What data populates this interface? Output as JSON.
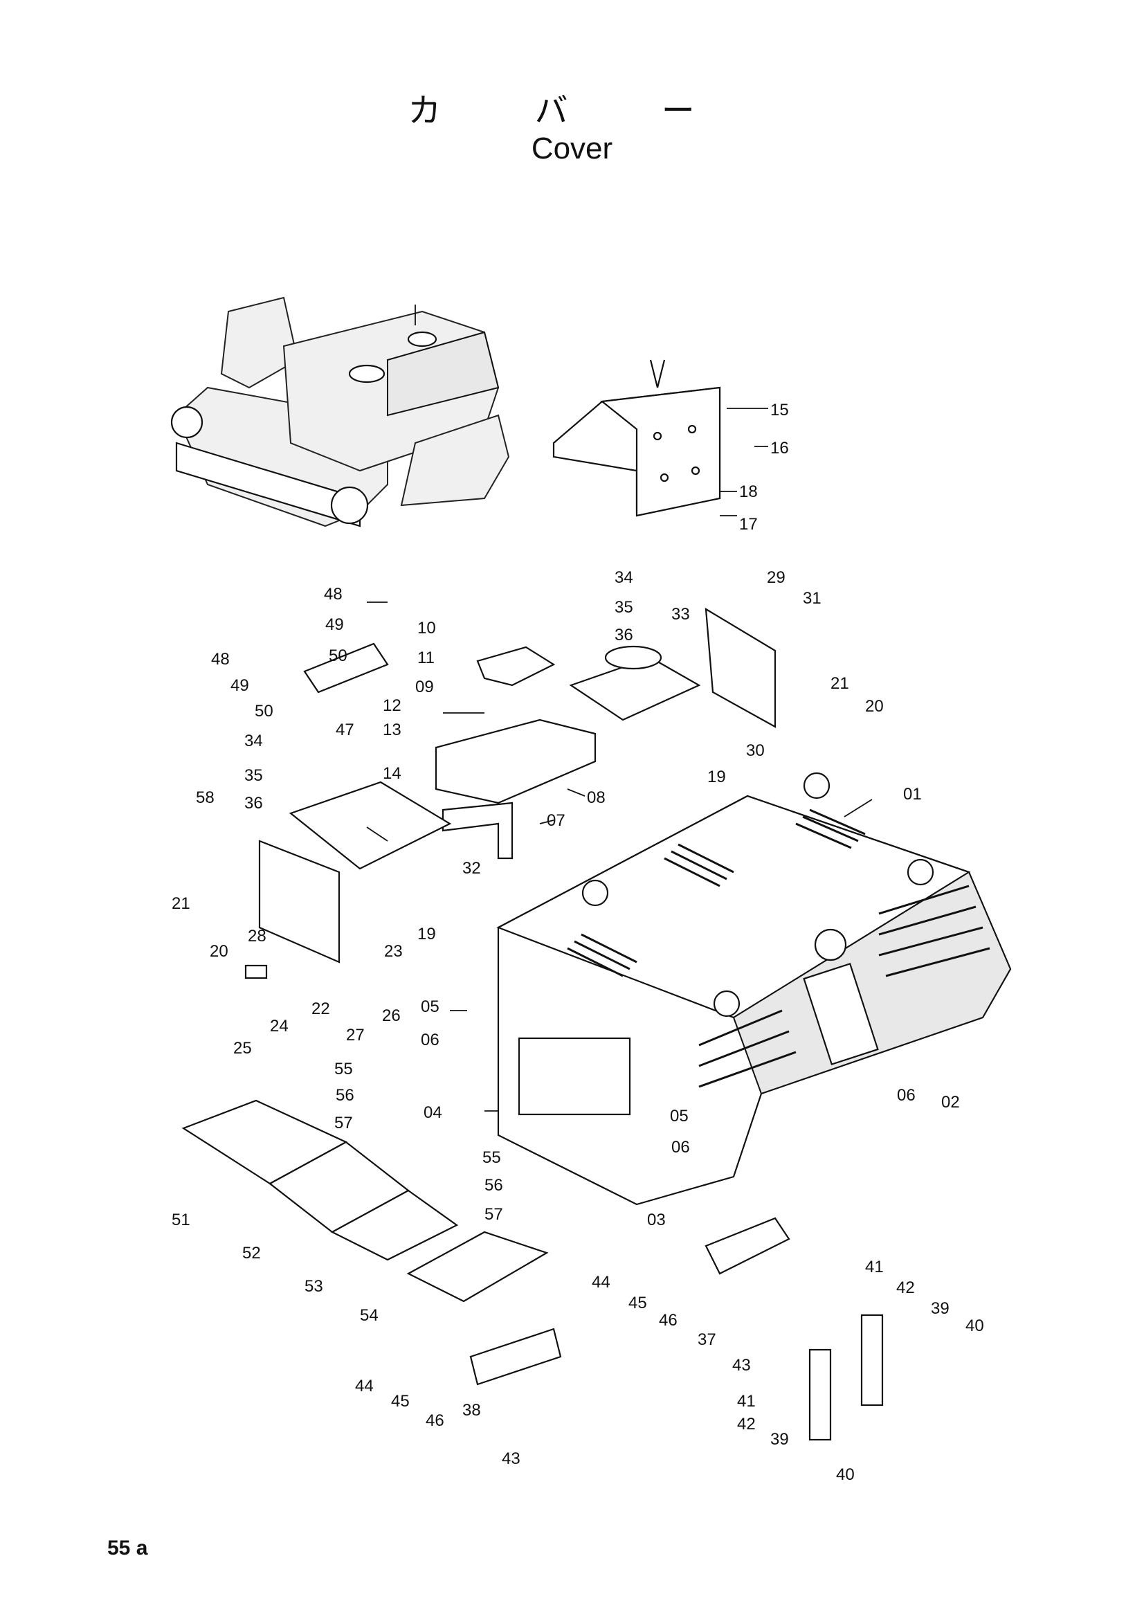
{
  "title_jp": "カ バ ー",
  "title_en": "Cover",
  "page_number": "55 a",
  "callouts": [
    {
      "label": "01"
    },
    {
      "label": "02"
    },
    {
      "label": "03"
    },
    {
      "label": "04"
    },
    {
      "label": "05"
    },
    {
      "label": "05"
    },
    {
      "label": "06"
    },
    {
      "label": "06"
    },
    {
      "label": "06"
    },
    {
      "label": "07"
    },
    {
      "label": "08"
    },
    {
      "label": "09"
    },
    {
      "label": "10"
    },
    {
      "label": "11"
    },
    {
      "label": "12"
    },
    {
      "label": "13"
    },
    {
      "label": "14"
    },
    {
      "label": "15"
    },
    {
      "label": "16"
    },
    {
      "label": "17"
    },
    {
      "label": "18"
    },
    {
      "label": "19"
    },
    {
      "label": "19"
    },
    {
      "label": "20"
    },
    {
      "label": "20"
    },
    {
      "label": "21"
    },
    {
      "label": "21"
    },
    {
      "label": "22"
    },
    {
      "label": "23"
    },
    {
      "label": "24"
    },
    {
      "label": "25"
    },
    {
      "label": "26"
    },
    {
      "label": "27"
    },
    {
      "label": "28"
    },
    {
      "label": "29"
    },
    {
      "label": "30"
    },
    {
      "label": "31"
    },
    {
      "label": "32"
    },
    {
      "label": "33"
    },
    {
      "label": "34"
    },
    {
      "label": "34"
    },
    {
      "label": "35"
    },
    {
      "label": "35"
    },
    {
      "label": "36"
    },
    {
      "label": "36"
    },
    {
      "label": "37"
    },
    {
      "label": "38"
    },
    {
      "label": "39"
    },
    {
      "label": "39"
    },
    {
      "label": "40"
    },
    {
      "label": "40"
    },
    {
      "label": "41"
    },
    {
      "label": "41"
    },
    {
      "label": "42"
    },
    {
      "label": "42"
    },
    {
      "label": "43"
    },
    {
      "label": "43"
    },
    {
      "label": "44"
    },
    {
      "label": "44"
    },
    {
      "label": "45"
    },
    {
      "label": "45"
    },
    {
      "label": "46"
    },
    {
      "label": "46"
    },
    {
      "label": "47"
    },
    {
      "label": "48"
    },
    {
      "label": "48"
    },
    {
      "label": "49"
    },
    {
      "label": "49"
    },
    {
      "label": "50"
    },
    {
      "label": "50"
    },
    {
      "label": "51"
    },
    {
      "label": "52"
    },
    {
      "label": "53"
    },
    {
      "label": "54"
    },
    {
      "label": "55"
    },
    {
      "label": "55"
    },
    {
      "label": "56"
    },
    {
      "label": "56"
    },
    {
      "label": "57"
    },
    {
      "label": "57"
    },
    {
      "label": "58"
    }
  ]
}
